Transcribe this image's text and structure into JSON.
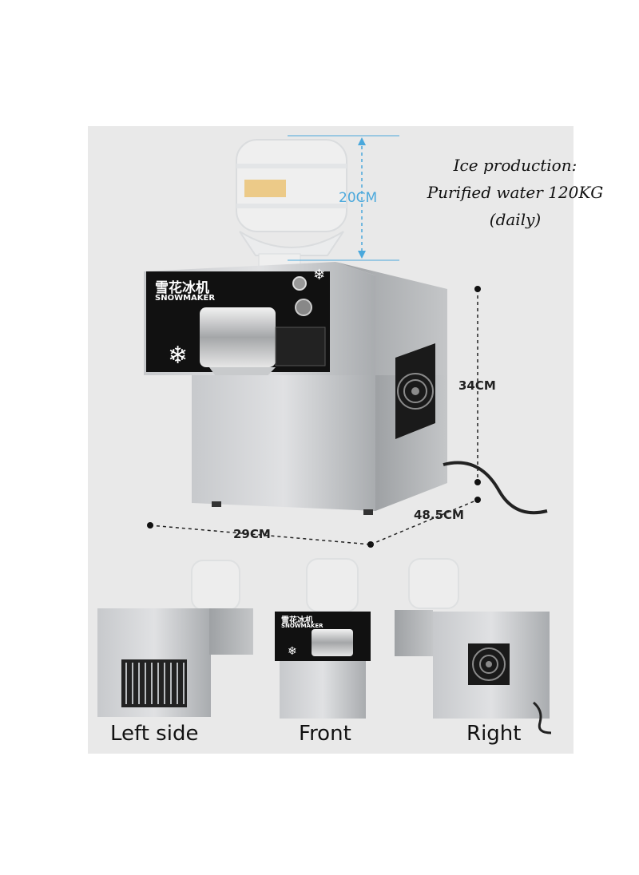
{
  "ice_production": {
    "title": "Ice production:",
    "detail": "Purified water 120KG (daily)"
  },
  "dimensions": {
    "bottle_height": "20CM",
    "height": "34CM",
    "width": "29CM",
    "depth": "48.5CM"
  },
  "machine": {
    "brand_cn": "雪花冰机",
    "brand_en": "SNOWMAKER"
  },
  "views": {
    "left": "Left side",
    "front": "Front",
    "right": "Right"
  },
  "colors": {
    "panel_bg": "#e9e9e9",
    "steel": "#b9bcbf",
    "dimension_blue": "#4aa8dc",
    "control_panel": "#111111"
  }
}
